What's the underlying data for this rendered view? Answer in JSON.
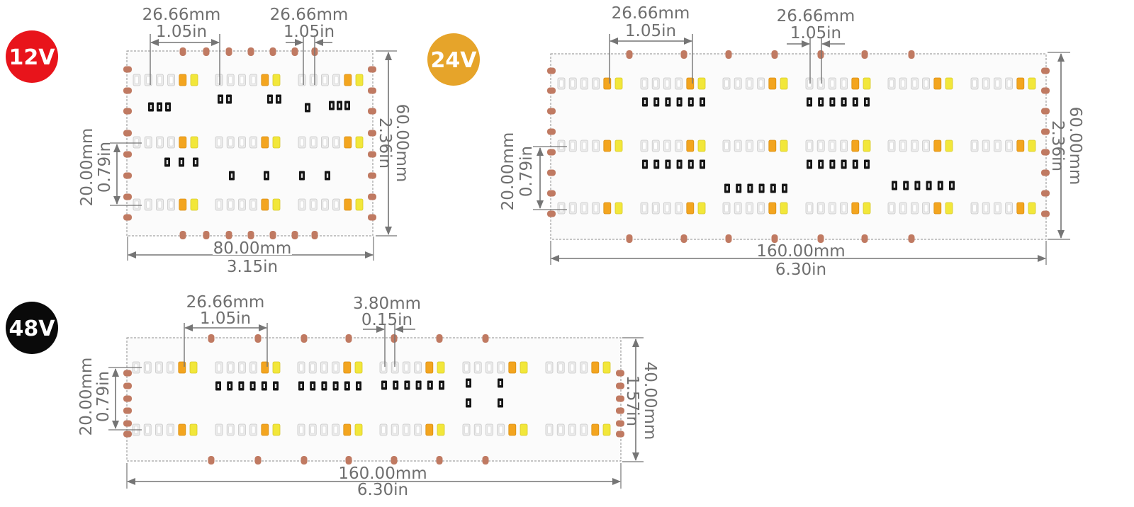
{
  "badges": {
    "v12": {
      "text": "12V",
      "color": "#e8141b"
    },
    "v24": {
      "text": "24V",
      "color": "#e6a42a"
    },
    "v48": {
      "text": "48V",
      "color": "#0a0a0a"
    }
  },
  "colors": {
    "pcb": "#fbfbfb",
    "pad": "#c07a62",
    "led_amber": "#f3a51f",
    "led_yellow": "#f2e73a",
    "led_white": "#ebebeb",
    "resistor": "#151515",
    "dimension": "#757575"
  },
  "strip12": {
    "top_dim1": {
      "mm": "26.66mm",
      "in": "1.05in"
    },
    "top_dim2": {
      "mm": "26.66mm",
      "in": "1.05in"
    },
    "right_dim": {
      "mm": "60.00mm",
      "in": "2.36in"
    },
    "left_dim": {
      "mm": "20.00mm",
      "in": "0.79in"
    },
    "bottom_dim": {
      "mm": "80.00mm",
      "in": "3.15in"
    }
  },
  "strip24": {
    "top_dim1": {
      "mm": "26.66mm",
      "in": "1.05in"
    },
    "top_dim2": {
      "mm": "26.66mm",
      "in": "1.05in"
    },
    "right_dim": {
      "mm": "60.00mm",
      "in": "2.36in"
    },
    "left_dim": {
      "mm": "20.00mm",
      "in": "0.79in"
    },
    "bottom_dim": {
      "mm": "160.00mm",
      "in": "6.30in"
    }
  },
  "strip48": {
    "top_dim1": {
      "mm": "26.66mm",
      "in": "1.05in"
    },
    "top_dim2": {
      "mm": "3.80mm",
      "in": "0.15in"
    },
    "right_dim": {
      "mm": "40.00mm",
      "in": "1.57in"
    },
    "left_dim": {
      "mm": "20.00mm",
      "in": "0.79in"
    },
    "bottom_dim": {
      "mm": "160.00mm",
      "in": "6.30in"
    }
  }
}
